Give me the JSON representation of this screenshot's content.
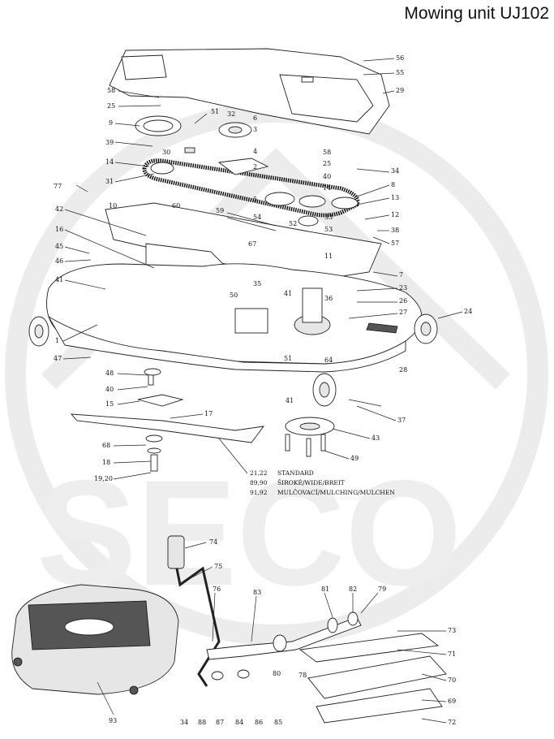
{
  "title": "Mowing unit UJ102",
  "watermark": "SECO",
  "blade_notes": [
    {
      "codes": "21,22",
      "text": "STANDARD"
    },
    {
      "codes": "89,90",
      "text": "ŠIROKÉ/WIDE/BREIT"
    },
    {
      "codes": "91,92",
      "text": "MULČOVACÍ/MULCHING/MULCHEN"
    }
  ],
  "labels": {
    "56": "56",
    "55": "55",
    "29": "29",
    "58": "58",
    "25": "25",
    "51": "51",
    "32": "32",
    "6": "6",
    "9": "9",
    "3": "3",
    "39": "39",
    "30": "30",
    "4": "4",
    "14": "14",
    "2": "2",
    "34": "34",
    "40": "40",
    "31": "31",
    "77": "77",
    "8": "8",
    "5": "5",
    "13": "13",
    "10": "10",
    "60": "60",
    "59": "59",
    "42": "42",
    "54": "54",
    "33": "33",
    "12": "12",
    "38": "38",
    "16": "16",
    "52": "52",
    "53": "53",
    "57": "57",
    "45": "45",
    "67": "67",
    "46": "46",
    "11": "11",
    "7": "7",
    "41": "41",
    "35": "35",
    "23": "23",
    "50": "50",
    "26": "26",
    "36": "36",
    "27": "27",
    "24": "24",
    "1": "1",
    "64": "64",
    "28": "28",
    "47": "47",
    "48": "48",
    "15": "15",
    "17": "17",
    "37": "37",
    "43": "43",
    "68": "68",
    "49": "49",
    "18": "18",
    "19_20": "19,20",
    "74": "74",
    "75": "75",
    "76": "76",
    "83": "83",
    "81": "81",
    "82": "82",
    "79": "79",
    "73": "73",
    "71": "71",
    "80": "80",
    "78": "78",
    "70": "70",
    "69": "69",
    "93": "93",
    "88": "88",
    "87": "87",
    "84": "84",
    "86": "86",
    "85": "85",
    "72": "72"
  }
}
